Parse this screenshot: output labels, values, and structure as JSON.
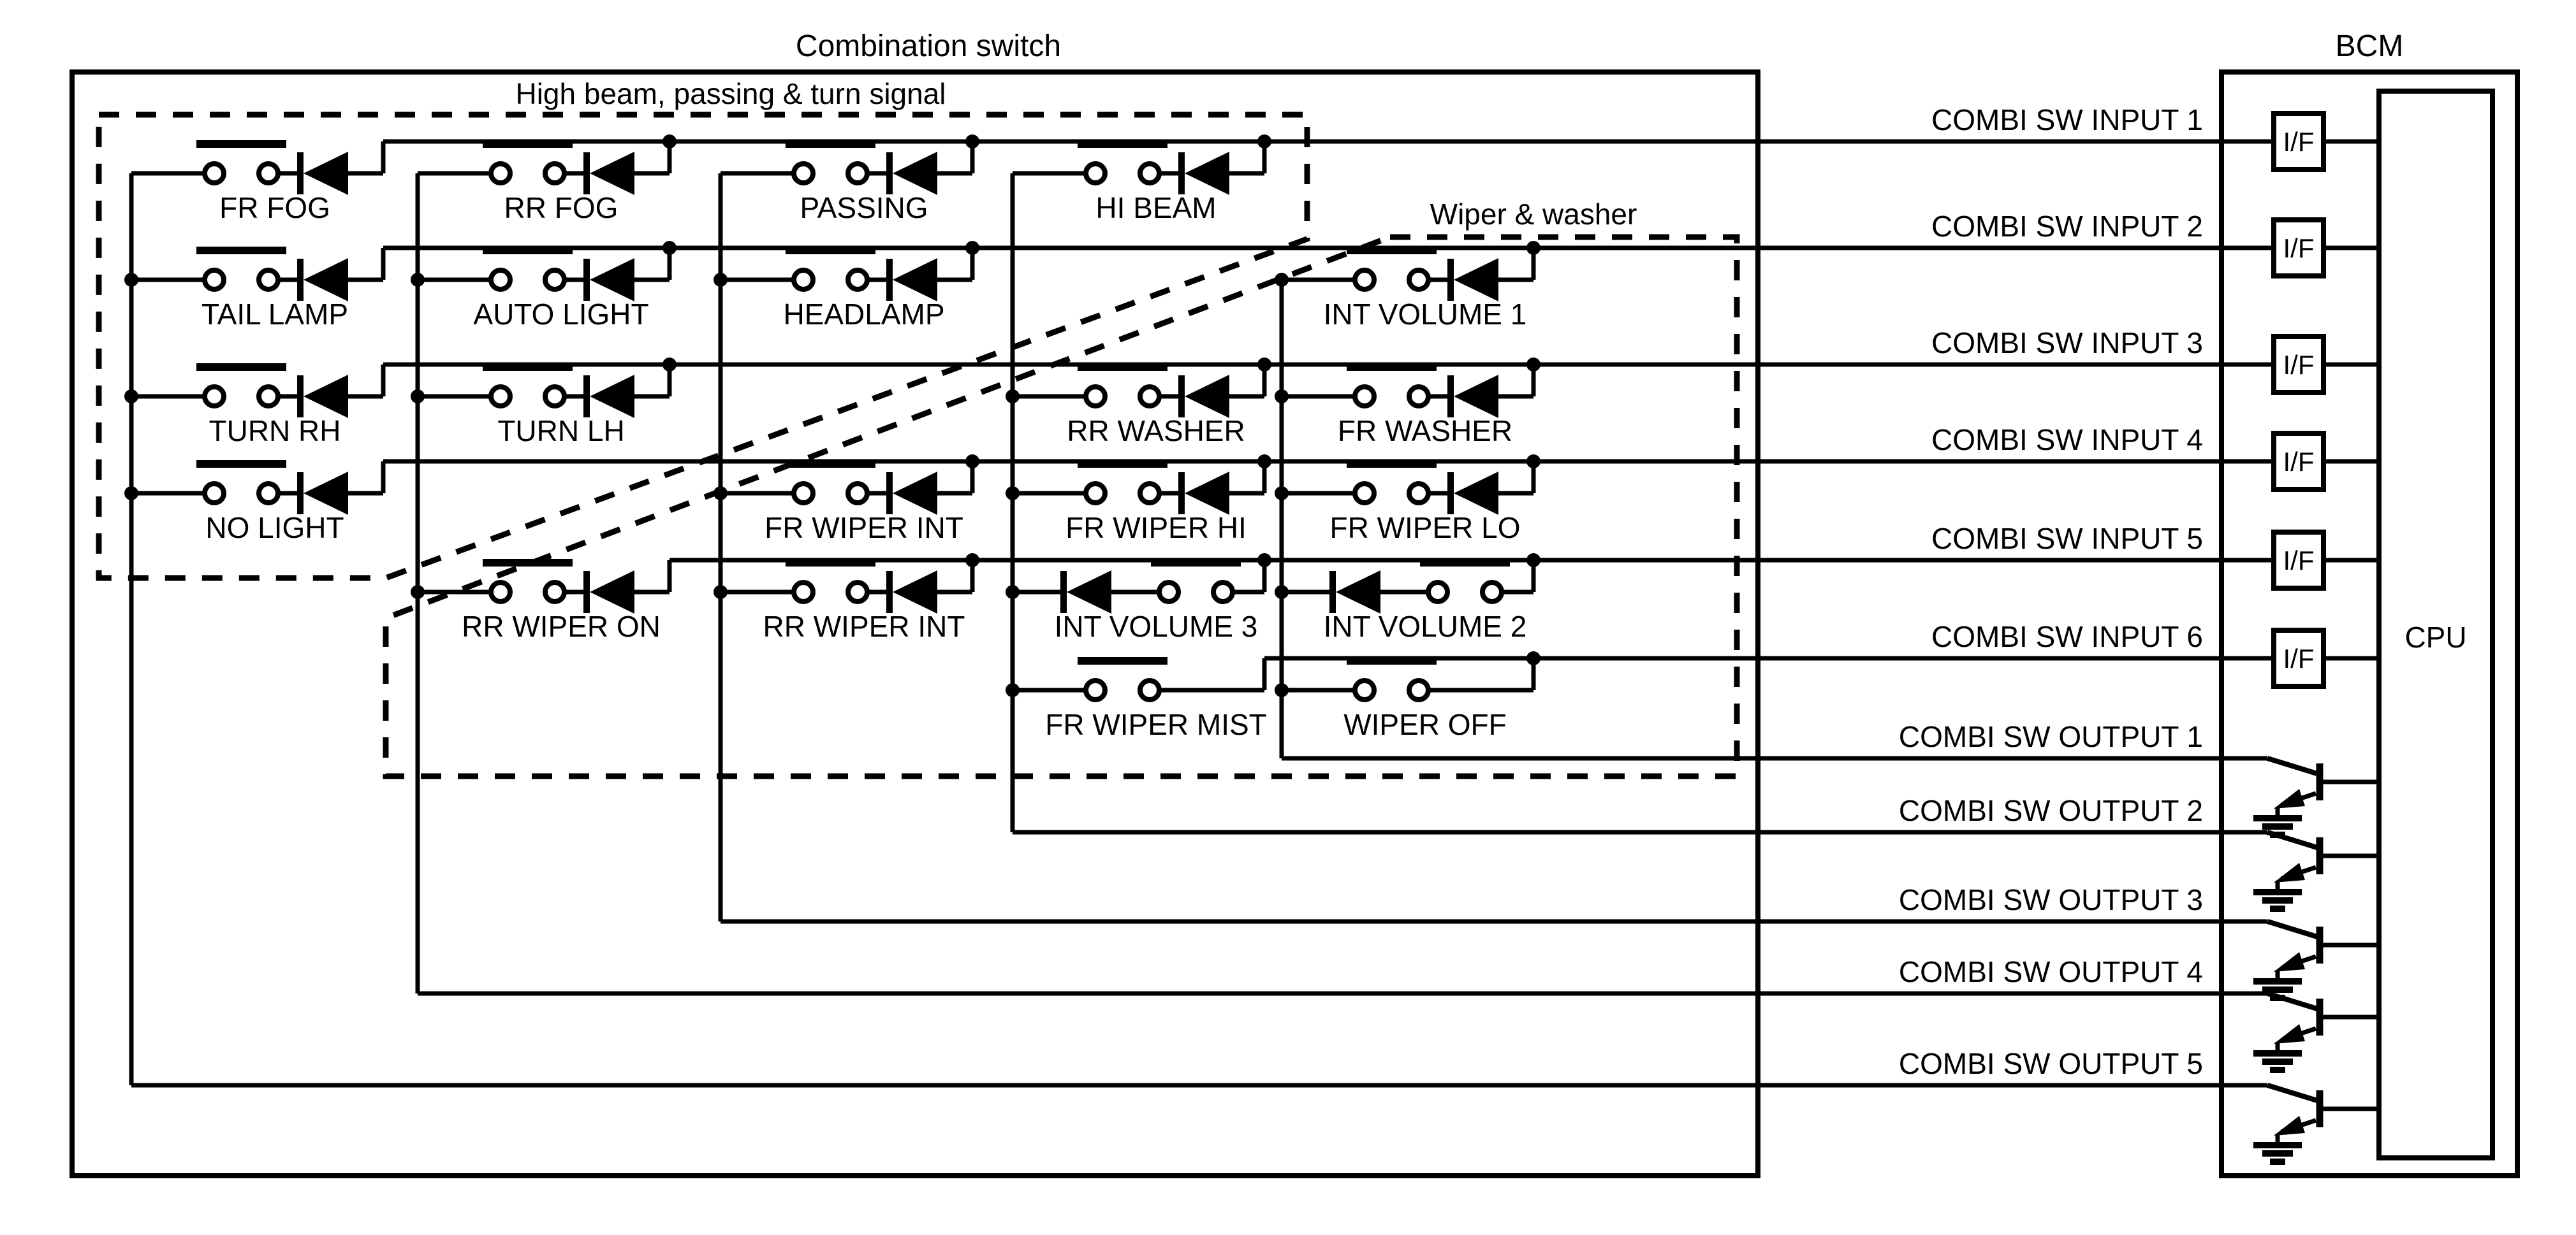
{
  "header": {
    "combination_switch_title": "Combination switch",
    "bcm_title": "BCM"
  },
  "groups": {
    "high_beam_label": "High beam, passing & turn signal",
    "wiper_label": "Wiper & washer"
  },
  "bcm": {
    "cpu_label": "CPU",
    "if_label": "I/F"
  },
  "colors": {
    "ink": "#000000",
    "paper": "#ffffff"
  },
  "switches": [
    {
      "row": 1,
      "col": "A",
      "type": "switch-diode",
      "label": "FR FOG"
    },
    {
      "row": 1,
      "col": "B",
      "type": "switch-diode",
      "label": "RR FOG"
    },
    {
      "row": 1,
      "col": "C",
      "type": "switch-diode",
      "label": "PASSING"
    },
    {
      "row": 1,
      "col": "D",
      "type": "switch-diode",
      "label": "HI BEAM"
    },
    {
      "row": 2,
      "col": "A",
      "type": "switch-diode",
      "label": "TAIL LAMP"
    },
    {
      "row": 2,
      "col": "B",
      "type": "switch-diode",
      "label": "AUTO LIGHT"
    },
    {
      "row": 2,
      "col": "C",
      "type": "switch-diode",
      "label": "HEADLAMP"
    },
    {
      "row": 2,
      "col": "E",
      "type": "switch-diode",
      "label": "INT VOLUME 1"
    },
    {
      "row": 3,
      "col": "A",
      "type": "switch-diode",
      "label": "TURN RH"
    },
    {
      "row": 3,
      "col": "B",
      "type": "switch-diode",
      "label": "TURN LH"
    },
    {
      "row": 3,
      "col": "D",
      "type": "switch-diode",
      "label": "RR WASHER"
    },
    {
      "row": 3,
      "col": "E",
      "type": "switch-diode",
      "label": "FR WASHER"
    },
    {
      "row": 4,
      "col": "A",
      "type": "switch-diode",
      "label": "NO LIGHT"
    },
    {
      "row": 4,
      "col": "C",
      "type": "switch-diode",
      "label": "FR WIPER INT"
    },
    {
      "row": 4,
      "col": "D",
      "type": "switch-diode",
      "label": "FR WIPER HI"
    },
    {
      "row": 4,
      "col": "E",
      "type": "switch-diode",
      "label": "FR WIPER LO"
    },
    {
      "row": 5,
      "col": "B",
      "type": "switch-diode",
      "label": "RR WIPER ON"
    },
    {
      "row": 5,
      "col": "C",
      "type": "switch-diode",
      "label": "RR WIPER INT"
    },
    {
      "row": 5,
      "col": "D",
      "type": "diode-switch",
      "label": "INT VOLUME 3"
    },
    {
      "row": 5,
      "col": "E",
      "type": "diode-switch",
      "label": "INT VOLUME 2"
    },
    {
      "row": 6,
      "col": "D",
      "type": "switch-only",
      "label": "FR WIPER MIST"
    },
    {
      "row": 6,
      "col": "E",
      "type": "switch-only",
      "label": "WIPER OFF"
    }
  ],
  "inputs": [
    "COMBI SW INPUT 1",
    "COMBI SW INPUT 2",
    "COMBI SW INPUT 3",
    "COMBI SW INPUT 4",
    "COMBI SW INPUT 5",
    "COMBI SW INPUT 6"
  ],
  "outputs": [
    "COMBI SW OUTPUT 1",
    "COMBI SW OUTPUT 2",
    "COMBI SW OUTPUT 3",
    "COMBI SW OUTPUT 4",
    "COMBI SW OUTPUT 5"
  ]
}
